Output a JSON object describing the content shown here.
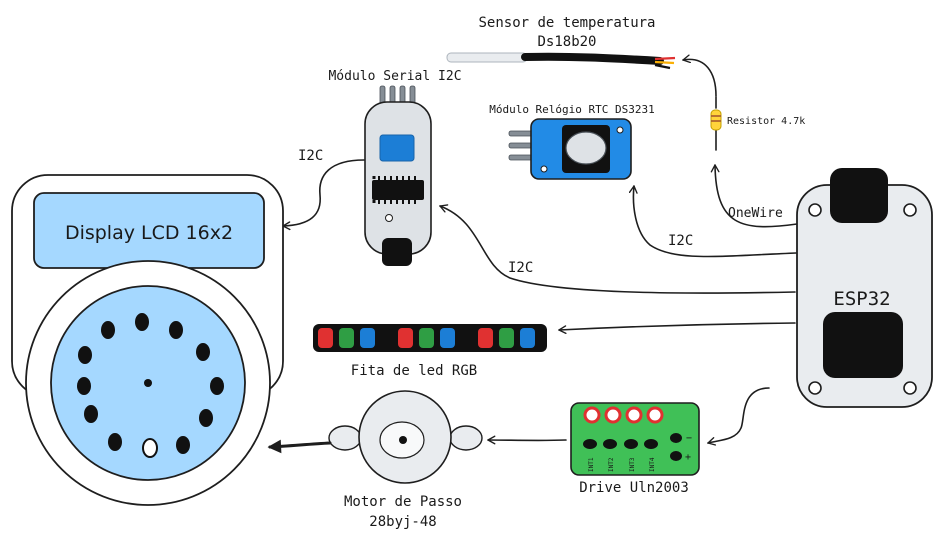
{
  "labels": {
    "temp_sensor_title": "Sensor de temperatura",
    "temp_sensor_model": "Ds18b20",
    "serial_module": "Módulo Serial I2C",
    "rtc_module": "Módulo Relógio RTC DS3231",
    "resistor": "Resistor 4.7k",
    "display": "Display LCD 16x2",
    "i2c_display": "I2C",
    "i2c_rtc": "I2C",
    "i2c_serial": "I2C",
    "onewire": "OneWire",
    "esp32": "ESP32",
    "led_strip": "Fita de led RGB",
    "stepper_line1": "Motor de Passo",
    "stepper_line2": "28byj-48",
    "driver": "Drive Uln2003",
    "driver_pins": [
      "INT1",
      "INT2",
      "INT3",
      "INT4"
    ],
    "driver_minus": "−",
    "driver_plus": "+"
  },
  "colors": {
    "lcd_blue": "#a5d8ff",
    "pcb_blue": "#228be6",
    "chip_blue": "#1971c2",
    "driver_green": "#40c057",
    "led_red": "#e03131",
    "led_green": "#2f9e44",
    "led_blue": "#1c7ed6",
    "ink": "#1e1e1e"
  }
}
